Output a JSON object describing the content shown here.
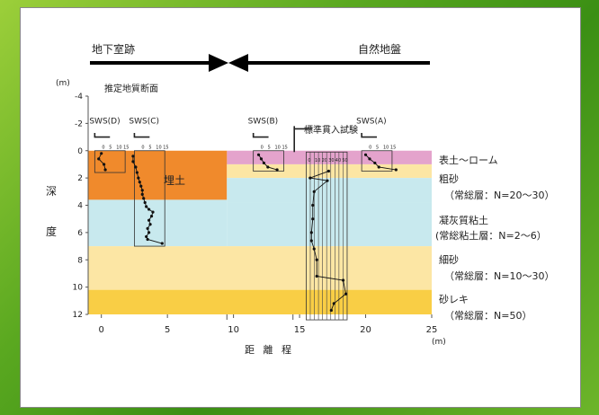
{
  "chart_data": {
    "type": "geologic-section",
    "xlabel": "距 離 程",
    "ylabel_chars": [
      "深",
      "度"
    ],
    "y_unit": "(m)",
    "x_unit": "(m)",
    "xlim": [
      -1,
      25
    ],
    "ylim": [
      -4,
      12
    ],
    "x_ticks": [
      0,
      5,
      10,
      15,
      20,
      25
    ],
    "y_ticks": [
      -4,
      -2,
      0,
      2,
      4,
      6,
      8,
      10,
      12
    ],
    "arrows": {
      "left_label": "地下室跡",
      "right_label": "自然地盤"
    },
    "section_label": "推定地質断面",
    "fill_label": "埋土",
    "layers": [
      {
        "top": 0,
        "bottom": 1.0,
        "x_from": 9.5,
        "x_to": 25,
        "color": "#e4a3cc"
      },
      {
        "top": 0,
        "bottom": 3.6,
        "x_from": -1,
        "x_to": 9.5,
        "color": "#f08a2c"
      },
      {
        "top": 1.0,
        "bottom": 2.0,
        "x_from": 9.5,
        "x_to": 25,
        "color": "#fce6a4"
      },
      {
        "top": 2.0,
        "bottom": 3.8,
        "x_from": 9.5,
        "x_to": 25,
        "color": "#c8e9ee"
      },
      {
        "top": 3.6,
        "bottom": 7.0,
        "x_from": -1,
        "x_to": 9.5,
        "color": "#c8e9ee"
      },
      {
        "top": 3.8,
        "bottom": 7.0,
        "x_from": 9.5,
        "x_to": 25,
        "color": "#c8e9ee"
      },
      {
        "top": 7.0,
        "bottom": 10.2,
        "x_from": -1,
        "x_to": 25,
        "color": "#fce6a4"
      },
      {
        "top": 10.2,
        "bottom": 12,
        "x_from": -1,
        "x_to": 25,
        "color": "#f9ce45"
      }
    ],
    "layer_labels": [
      "表土～ローム",
      "粗砂",
      "（常総層：N=20～30）",
      "凝灰質粘土",
      "(常総粘土層：N=2～6）",
      "細砂",
      "（常総層：N=10～30）",
      "砂レキ",
      "（常総層：N=50）"
    ],
    "sws_profiles": [
      {
        "name": "SWS(D)",
        "x0": -0.5,
        "box_bottom": 1.6,
        "x": [
          0.0,
          -0.2,
          0.2,
          0.3
        ],
        "depth": [
          0.2,
          0.6,
          1.0,
          1.4
        ]
      },
      {
        "name": "SWS(C)",
        "x0": 2.5,
        "box_bottom": 7.0,
        "x": [
          2.4,
          2.4,
          2.6,
          2.7,
          2.8,
          2.9,
          3.0,
          3.1,
          3.1,
          3.2,
          3.3,
          3.4,
          3.6,
          3.9,
          3.8,
          3.6,
          3.7,
          3.5,
          3.6,
          3.4,
          3.5,
          4.6
        ],
        "depth": [
          0.4,
          0.8,
          1.2,
          1.6,
          2.0,
          2.3,
          2.6,
          2.9,
          3.2,
          3.5,
          3.8,
          4.1,
          4.3,
          4.5,
          4.8,
          5.1,
          5.4,
          5.7,
          6.0,
          6.3,
          6.5,
          6.8
        ]
      },
      {
        "name": "SWS(B)",
        "x0": 11.5,
        "box_bottom": 1.5,
        "x": [
          11.9,
          12.1,
          12.3,
          12.6,
          13.3
        ],
        "depth": [
          0.3,
          0.6,
          0.9,
          1.2,
          1.4
        ]
      },
      {
        "name": "SWS(A)",
        "x0": 19.7,
        "box_bottom": 1.5,
        "x": [
          20.0,
          20.3,
          20.7,
          21.0,
          22.3
        ],
        "depth": [
          0.3,
          0.6,
          0.9,
          1.2,
          1.4
        ]
      }
    ],
    "spt": {
      "name": "標準貫入試験",
      "x0": 15.5,
      "box_top": 0.1,
      "box_bottom": 12.4,
      "n_lines": 10,
      "x": [
        17.2,
        15.8,
        17.1,
        16.1,
        16.0,
        16.0,
        15.9,
        15.9,
        16.1,
        16.3,
        16.3,
        18.3,
        18.5,
        17.6,
        17.4
      ],
      "depth": [
        1.5,
        2.0,
        2.2,
        3.0,
        4.0,
        5.0,
        6.0,
        6.6,
        7.2,
        8.0,
        9.2,
        9.5,
        10.5,
        11.2,
        11.7
      ]
    },
    "sws_scale_labels": [
      "0",
      "5",
      "10",
      "15"
    ],
    "spt_scale_labels": [
      "0",
      "10",
      "20",
      "30",
      "40",
      "50"
    ]
  }
}
